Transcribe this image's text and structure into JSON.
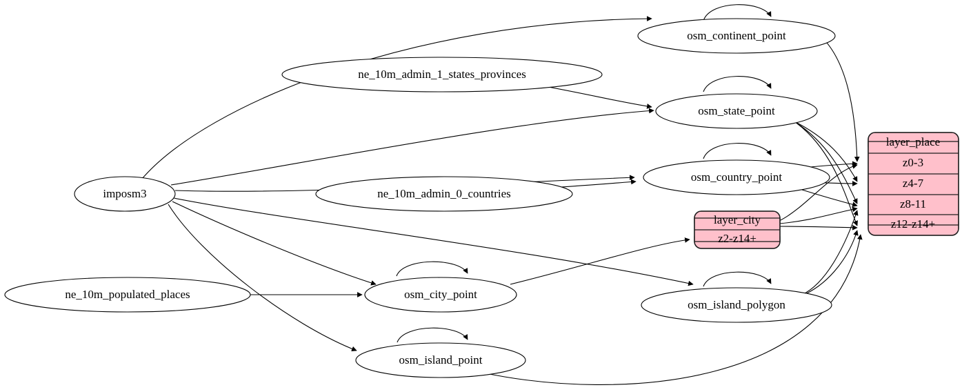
{
  "diagram": {
    "type": "directed-graph",
    "title": "",
    "background": "#ffffff",
    "edge_color": "#000000",
    "source_node_fill": "#ffffff",
    "layer_node_fill": "#ffc0cb",
    "layer_node_stroke": "#1f1f1f"
  },
  "nodes": {
    "imposm3": {
      "label": "imposm3",
      "shape": "ellipse"
    },
    "ne_states": {
      "label": "ne_10m_admin_1_states_provinces",
      "shape": "ellipse"
    },
    "ne_countries": {
      "label": "ne_10m_admin_0_countries",
      "shape": "ellipse"
    },
    "ne_places": {
      "label": "ne_10m_populated_places",
      "shape": "ellipse"
    },
    "osm_continent_point": {
      "label": "osm_continent_point",
      "shape": "ellipse"
    },
    "osm_state_point": {
      "label": "osm_state_point",
      "shape": "ellipse"
    },
    "osm_country_point": {
      "label": "osm_country_point",
      "shape": "ellipse"
    },
    "osm_city_point": {
      "label": "osm_city_point",
      "shape": "ellipse"
    },
    "osm_island_polygon": {
      "label": "osm_island_polygon",
      "shape": "ellipse"
    },
    "osm_island_point": {
      "label": "osm_island_point",
      "shape": "ellipse"
    }
  },
  "layer_city": {
    "title": "layer_city",
    "rows": [
      {
        "label": "z2-z14+"
      }
    ]
  },
  "layer_place": {
    "title": "layer_place",
    "rows": [
      {
        "label": "z0-3"
      },
      {
        "label": "z4-7"
      },
      {
        "label": "z8-11"
      },
      {
        "label": "z12-z14+"
      }
    ]
  },
  "edges": [
    {
      "from": "imposm3",
      "to": "osm_continent_point"
    },
    {
      "from": "imposm3",
      "to": "osm_state_point"
    },
    {
      "from": "imposm3",
      "to": "osm_country_point"
    },
    {
      "from": "imposm3",
      "to": "osm_city_point"
    },
    {
      "from": "imposm3",
      "to": "osm_island_point"
    },
    {
      "from": "imposm3",
      "to": "osm_island_polygon"
    },
    {
      "from": "ne_10m_admin_1_states_provinces",
      "to": "osm_state_point"
    },
    {
      "from": "ne_10m_admin_0_countries",
      "to": "osm_country_point"
    },
    {
      "from": "ne_10m_populated_places",
      "to": "osm_city_point"
    },
    {
      "from": "osm_continent_point",
      "to": "osm_continent_point"
    },
    {
      "from": "osm_state_point",
      "to": "osm_state_point"
    },
    {
      "from": "osm_country_point",
      "to": "osm_country_point"
    },
    {
      "from": "osm_city_point",
      "to": "osm_city_point"
    },
    {
      "from": "osm_island_polygon",
      "to": "osm_island_polygon"
    },
    {
      "from": "osm_island_point",
      "to": "osm_island_point"
    },
    {
      "from": "osm_continent_point",
      "to": "layer_place.z0-3"
    },
    {
      "from": "osm_state_point",
      "to": "layer_place.z4-7"
    },
    {
      "from": "osm_state_point",
      "to": "layer_place.z8-11"
    },
    {
      "from": "osm_state_point",
      "to": "layer_place.z12-z14+"
    },
    {
      "from": "osm_country_point",
      "to": "layer_place.z0-3"
    },
    {
      "from": "osm_country_point",
      "to": "layer_place.z4-7"
    },
    {
      "from": "osm_country_point",
      "to": "layer_place.z8-11"
    },
    {
      "from": "osm_city_point",
      "to": "layer_city.z2-z14+"
    },
    {
      "from": "layer_city",
      "to": "layer_place.z0-3"
    },
    {
      "from": "layer_city",
      "to": "layer_place.z8-11"
    },
    {
      "from": "layer_city",
      "to": "layer_place.z12-z14+"
    },
    {
      "from": "osm_island_polygon",
      "to": "layer_place.z8-11"
    },
    {
      "from": "osm_island_polygon",
      "to": "layer_place.z12-z14+"
    },
    {
      "from": "osm_island_point",
      "to": "layer_place.z12-z14+"
    }
  ]
}
